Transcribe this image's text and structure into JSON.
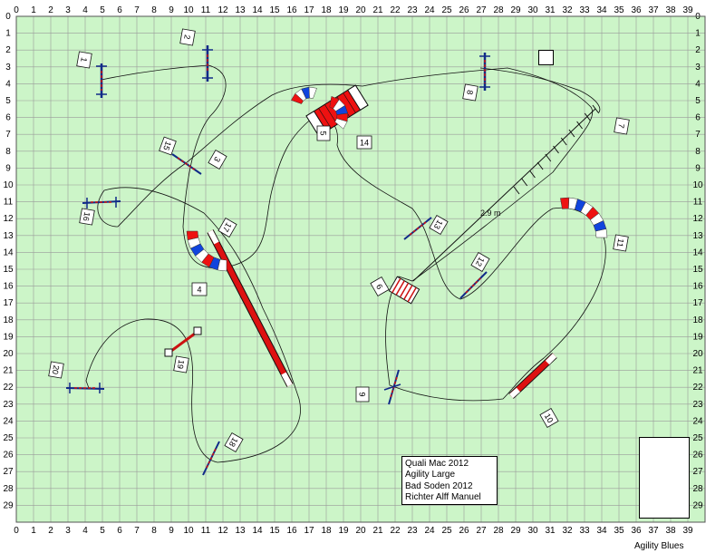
{
  "grid": {
    "columns": 40,
    "rows": 30,
    "background": "#ccf5c8",
    "line_color": "#9a9a9a"
  },
  "axis_labels_x": [
    "0",
    "1",
    "2",
    "3",
    "4",
    "5",
    "6",
    "7",
    "8",
    "9",
    "10",
    "11",
    "12",
    "13",
    "14",
    "15",
    "16",
    "17",
    "18",
    "19",
    "20",
    "21",
    "22",
    "23",
    "24",
    "25",
    "26",
    "27",
    "28",
    "29",
    "30",
    "31",
    "32",
    "33",
    "34",
    "35",
    "36",
    "37",
    "38",
    "39"
  ],
  "axis_labels_y": [
    "0",
    "1",
    "2",
    "3",
    "4",
    "5",
    "6",
    "7",
    "8",
    "9",
    "10",
    "11",
    "12",
    "13",
    "14",
    "15",
    "16",
    "17",
    "18",
    "19",
    "20",
    "21",
    "22",
    "23",
    "24",
    "25",
    "26",
    "27",
    "28",
    "29"
  ],
  "info": {
    "line1": "Quali Mac 2012",
    "line2": "Agility Large",
    "line3": "Bad Soden 2012",
    "line4": "Richter Alff Manuel"
  },
  "footer": "Agility Blues",
  "distance_label": "2.9 m",
  "colors": {
    "tunnel_red": "#ee1111",
    "tunnel_blue": "#1144dd",
    "bar_red": "#cc1111",
    "pole_blue": "#102a88",
    "dog_walk": "#dd1111"
  },
  "numbers": [
    "1",
    "2",
    "3",
    "4",
    "5",
    "6",
    "7",
    "8",
    "9",
    "10",
    "11",
    "12",
    "13",
    "14",
    "15",
    "16",
    "17",
    "18",
    "19",
    "20"
  ]
}
